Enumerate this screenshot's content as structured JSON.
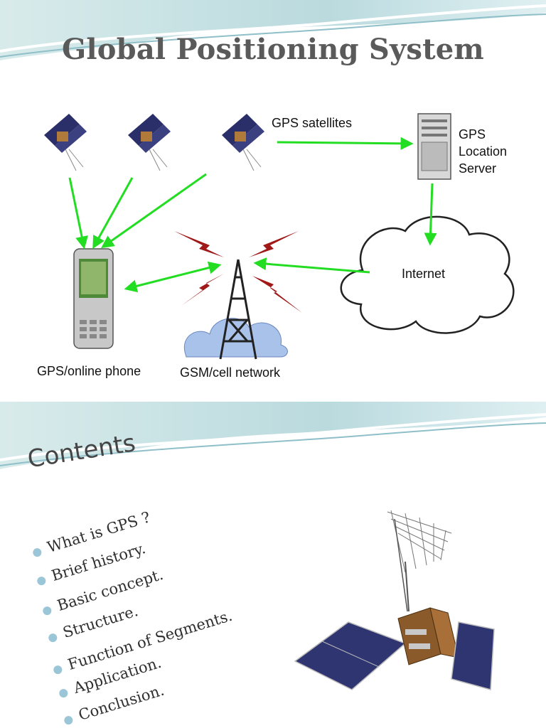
{
  "slide1": {
    "title": "Global Positioning System",
    "diagram": {
      "labels": {
        "satellites": "GPS satellites",
        "server": "GPS\nLocation\nServer",
        "internet": "Internet",
        "phone": "GPS/online phone",
        "network": "GSM/cell network"
      },
      "icons": [
        "satellite-icon",
        "server-icon",
        "cloud-icon",
        "phone-icon",
        "cell-tower-icon"
      ],
      "colors": {
        "arrow": "#22dd22",
        "signal": "#b01010",
        "cloud_stroke": "#333333"
      }
    }
  },
  "slide2": {
    "title": "Contents",
    "items": [
      "What is GPS ?",
      "Brief history.",
      "Basic concept.",
      "Structure.",
      "Function of Segments.",
      "Application.",
      "Conclusion."
    ],
    "bullet_color": "#9bc6d8"
  }
}
